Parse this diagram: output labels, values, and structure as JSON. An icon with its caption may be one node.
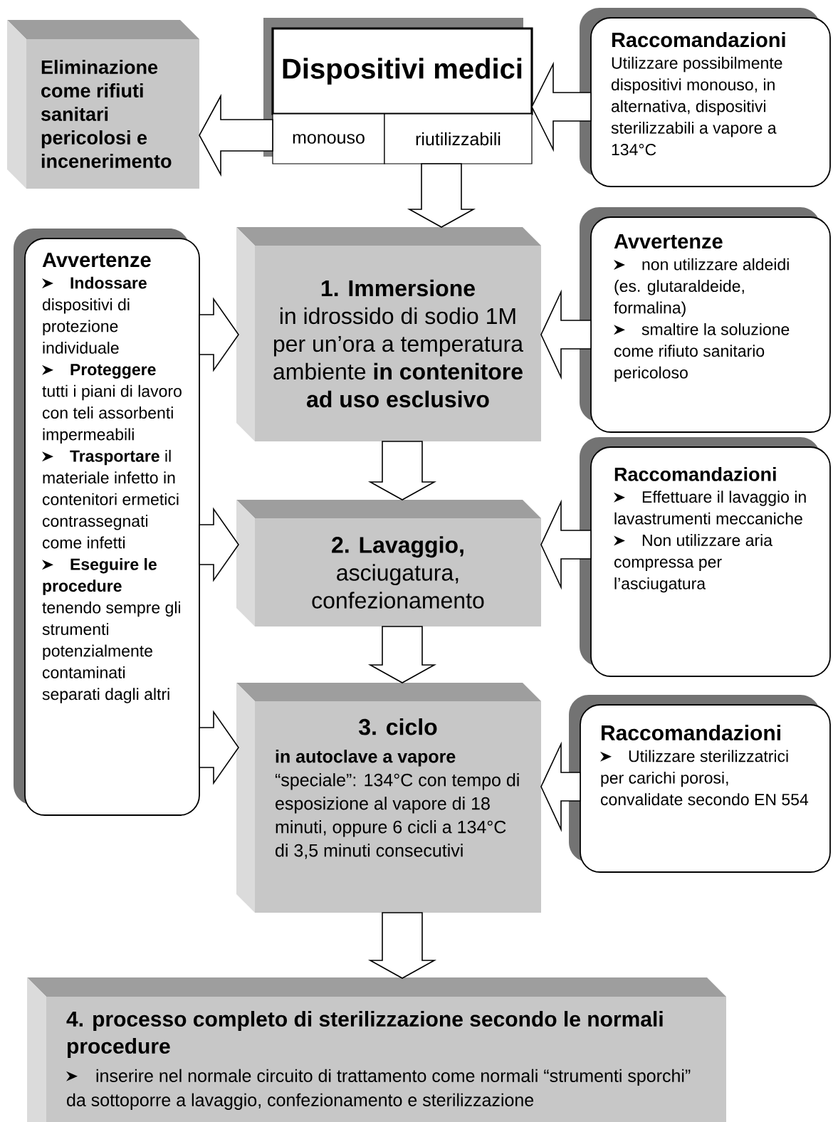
{
  "diagram": {
    "nodes": [
      {
        "text": [
          "Eliminazione come rifiuti sanitari pericolosi e incenerimento"
        ]
      },
      {
        "text": [
          "Dispositivi medici"
        ]
      },
      {
        "text": [
          "monouso"
        ]
      },
      {
        "text": [
          "riutilizzabili"
        ]
      },
      {
        "text": [
          "Raccomandazioni",
          "Utilizzare possibilmente dispositivi monouso, in alternativa, dispositivi sterilizzabili a vapore a 134°C"
        ]
      },
      {
        "text": [
          "Avvertenze",
          "**Indossare** dispositivi di protezione individuale",
          "**Proteggere** tutti i piani di lavoro con teli assorbenti impermeabili",
          "**Trasportare** il materiale infetto in contenitori ermetici contrassegnati come infetti",
          "**Eseguire le procedure** tenendo sempre gli strumenti potenzialmente contaminati separati dagli altri"
        ]
      },
      {
        "text": [
          "1. Immersione",
          "in idrossido di sodio 1M per un’ora a temperatura ambiente **in contenitore ad uso esclusivo**"
        ]
      },
      {
        "text": [
          "Avvertenze",
          "non utilizzare aldeidi (es. glutaraldeide, formalina)",
          "smaltire la soluzione come rifiuto sanitario pericoloso"
        ]
      },
      {
        "text": [
          "2. Lavaggio,",
          "asciugatura, confezionamento"
        ]
      },
      {
        "text": [
          "Raccomandazioni",
          "Effettuare il lavaggio in lavastrumenti meccaniche",
          "Non utilizzare aria compressa per l’asciugatura"
        ]
      },
      {
        "text": [
          "3. ciclo",
          "**in autoclave a vapore** “speciale”: 134°C con tempo di esposizione al vapore di 18 minuti, oppure 6 cicli a 134°C di 3,5 minuti consecutivi"
        ]
      },
      {
        "text": [
          "Raccomandazioni",
          "Utilizzare sterilizzatrici per carichi porosi, convalidate secondo EN 554"
        ]
      },
      {
        "text": [
          "4. processo completo di sterilizzazione secondo le normali procedure",
          "inserire nel normale circuito di trattamento come normali “strumenti sporchi” da sottoporre a lavaggio, confezionamento e sterilizzazione"
        ]
      }
    ],
    "edges": [
      {
        "from": 2,
        "to": 0,
        "arrow": "to"
      },
      {
        "from": 4,
        "to": 1,
        "arrow": "to"
      },
      {
        "from": 3,
        "to": 6,
        "arrow": "to"
      },
      {
        "from": 5,
        "to": 6,
        "arrow": "to"
      },
      {
        "from": 7,
        "to": 6,
        "arrow": "to"
      },
      {
        "from": 6,
        "to": 8,
        "arrow": "to"
      },
      {
        "from": 5,
        "to": 8,
        "arrow": "to"
      },
      {
        "from": 9,
        "to": 8,
        "arrow": "to"
      },
      {
        "from": 8,
        "to": 10,
        "arrow": "to"
      },
      {
        "from": 5,
        "to": 10,
        "arrow": "to"
      },
      {
        "from": 11,
        "to": 10,
        "arrow": "to"
      },
      {
        "from": 10,
        "to": 12,
        "arrow": "to"
      }
    ]
  }
}
